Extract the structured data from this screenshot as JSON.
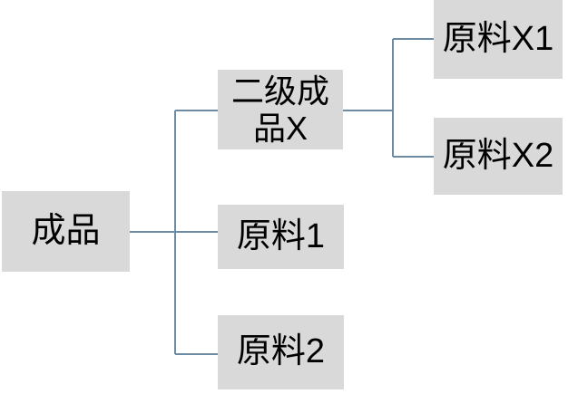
{
  "diagram": {
    "title": "product-bom-tree",
    "background": "#ffffff",
    "node_fill": "#d9d9d9",
    "node_text_color": "#000000",
    "connector_color": "#6e8ba4",
    "nodes": [
      {
        "id": "finished-product",
        "label": "成品"
      },
      {
        "id": "secondary-product-x",
        "label": "二级成品X",
        "lines": [
          "二级成",
          "品X"
        ]
      },
      {
        "id": "raw-material-1",
        "label": "原料1"
      },
      {
        "id": "raw-material-2",
        "label": "原料2"
      },
      {
        "id": "raw-material-x1",
        "label": "原料X1"
      },
      {
        "id": "raw-material-x2",
        "label": "原料X2"
      }
    ],
    "edges": [
      {
        "from": "成品",
        "to": "二级成品X"
      },
      {
        "from": "成品",
        "to": "原料1"
      },
      {
        "from": "成品",
        "to": "原料2"
      },
      {
        "from": "二级成品X",
        "to": "原料X1"
      },
      {
        "from": "二级成品X",
        "to": "原料X2"
      }
    ]
  }
}
